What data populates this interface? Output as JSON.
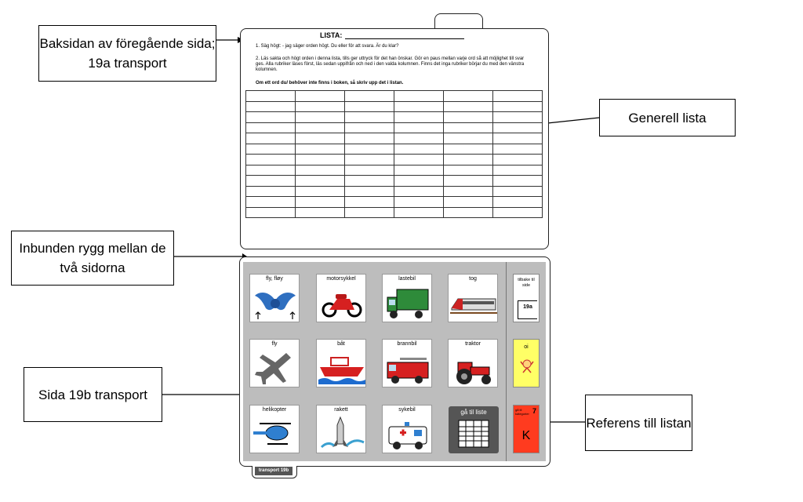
{
  "callouts": {
    "backside": "Baksidan av föregående sida; 19a transport",
    "general_list": "Generell lista",
    "spine": "Inbunden rygg mellan de två sidorna",
    "page19b": "Sida 19b transport",
    "reference": "Referens till listan"
  },
  "list_sheet": {
    "title": "LISTA:",
    "instruction_1": "1. Säg högt: - jag säger orden högt. Du  eller  för att svara. Är du klar?",
    "instruction_2": "2. Läs sakta och högt orden i denna lista, tills  ger uttryck för det han önskar. Gör en paus mellan varje ord så att möjlighet till svar ges. Alla rubriker läses först, läs sedan uppifrån och ned i den valda kolumnen. Finns det inga rubriker börjar du med den vänstra kolumnen.",
    "instruction_3": "Om ett ord du/ behöver inte finns i boken, så skriv upp det i listan.",
    "rows": 12,
    "cols": 6
  },
  "board": {
    "cells": [
      {
        "label": "fly, fløy",
        "icon": "wings-icon"
      },
      {
        "label": "motorsykkel",
        "icon": "motorcycle-icon"
      },
      {
        "label": "lastebil",
        "icon": "truck-icon"
      },
      {
        "label": "tog",
        "icon": "train-icon"
      },
      {
        "label": "fly",
        "icon": "airplane-icon"
      },
      {
        "label": "båt",
        "icon": "boat-icon"
      },
      {
        "label": "brannbil",
        "icon": "fire-truck-icon"
      },
      {
        "label": "traktor",
        "icon": "tractor-icon"
      },
      {
        "label": "helikopter",
        "icon": "helicopter-icon"
      },
      {
        "label": "rakett",
        "icon": "rocket-icon"
      },
      {
        "label": "sykebil",
        "icon": "ambulance-icon"
      }
    ],
    "goto_label": "gå til liste",
    "side": {
      "back_label": "tilbake til side",
      "back_page": "19a",
      "oi_label": "oi",
      "cat_label": "gå til kategorier",
      "cat_number": "7",
      "cat_letter": "K"
    },
    "page_tab": "transport 19b"
  },
  "colors": {
    "board_bg": "#bdbdbd",
    "goto_bg": "#555555",
    "oi_bg": "#ffff66",
    "category_bg": "#ff3b1f"
  }
}
